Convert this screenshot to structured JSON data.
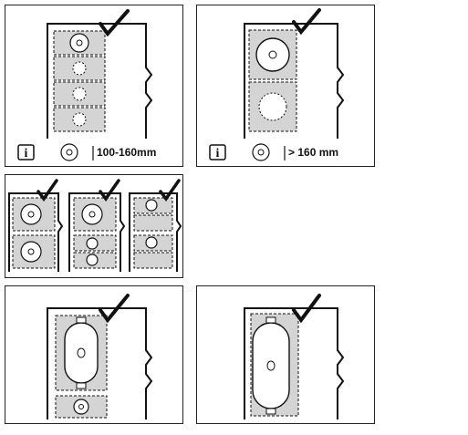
{
  "panels": {
    "small_pots": {
      "info_icon_text": "i",
      "size_label": "100-160mm"
    },
    "large_pots": {
      "info_icon_text": "i",
      "size_label": "> 160 mm"
    }
  }
}
